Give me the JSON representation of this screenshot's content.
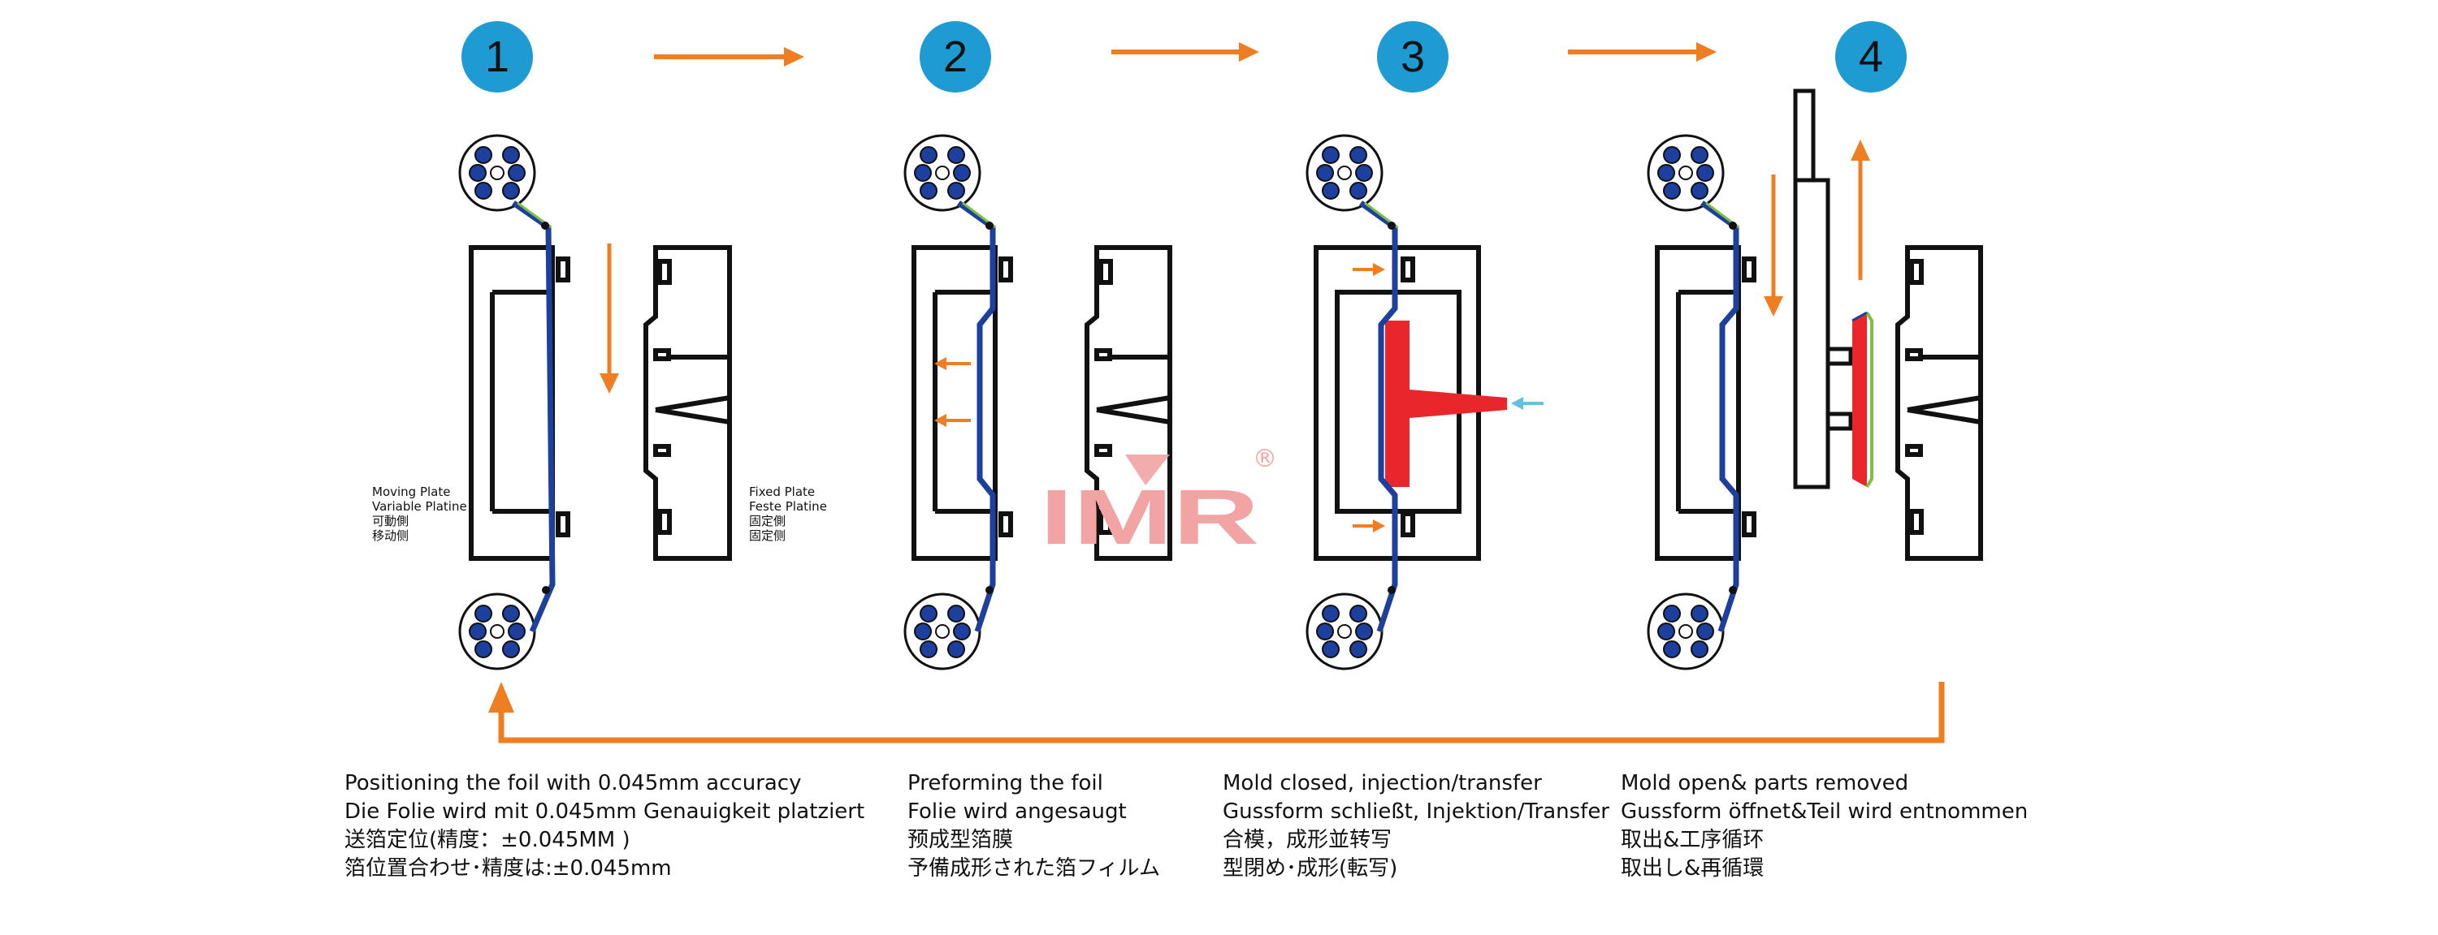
{
  "steps": [
    "1",
    "2",
    "3",
    "4"
  ],
  "plates": {
    "moving": [
      "Moving Plate",
      "Variable Platine",
      "可動側",
      "移动侧"
    ],
    "fixed": [
      "Fixed Plate",
      "Feste Platine",
      "固定側",
      "固定侧"
    ]
  },
  "logo": {
    "text": "IMR",
    "mark": "®"
  },
  "captions": [
    [
      "Positioning  the foil with 0.045mm accuracy",
      "Die Folie wird mit 0.045mm Genauigkeit  platziert",
      "送箔定位(精度：±0.045MM )",
      "箔位置合わせ･精度は:±0.045mm"
    ],
    [
      "Preforming the foil",
      "Folie wird angesaugt",
      "预成型箔膜",
      "予備成形された箔フィルム"
    ],
    [
      "Mold closed, injection/transfer",
      "Gussform schließt, Injektion/Transfer",
      "合模，成形並转写",
      "型閉め･成形(転写)"
    ],
    [
      "Mold open& parts removed",
      "Gussform öffnet&Teil wird entnommen",
      "取出&工序循环",
      "取出し&再循環"
    ]
  ],
  "colors": {
    "step_circle": "#1f9bd4",
    "arrow": "#ef7d22",
    "foil": "#1d3f9e",
    "foil_edge": "#7ac143",
    "resin": "#e8262b",
    "inject_arrow": "#69bfe0",
    "logo": "#f2a3a3"
  }
}
